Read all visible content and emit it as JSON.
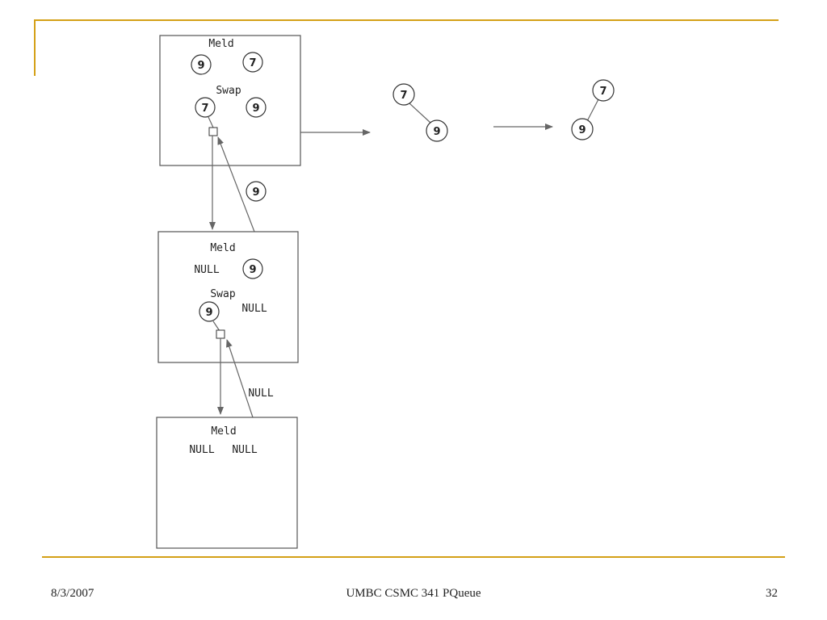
{
  "theme": {
    "accent": "#d4a017"
  },
  "footer": {
    "date": "8/3/2007",
    "title": "UMBC CSMC 341 PQueue",
    "page": "32"
  },
  "diagram": {
    "frame1": {
      "meld_label": "Meld",
      "meld_nodes": [
        "9",
        "7"
      ],
      "swap_label": "Swap",
      "swap_nodes": [
        "7",
        "9"
      ]
    },
    "return_value_1": "9",
    "frame2": {
      "meld_label": "Meld",
      "meld_left": "NULL",
      "meld_node": "9",
      "swap_label": "Swap",
      "swap_node": "9",
      "swap_right": "NULL"
    },
    "return_value_2": "NULL",
    "frame3": {
      "meld_label": "Meld",
      "meld_left": "NULL",
      "meld_right": "NULL"
    },
    "tree1": {
      "root": "7",
      "child": "9"
    },
    "tree2": {
      "root": "7",
      "child": "9"
    }
  }
}
